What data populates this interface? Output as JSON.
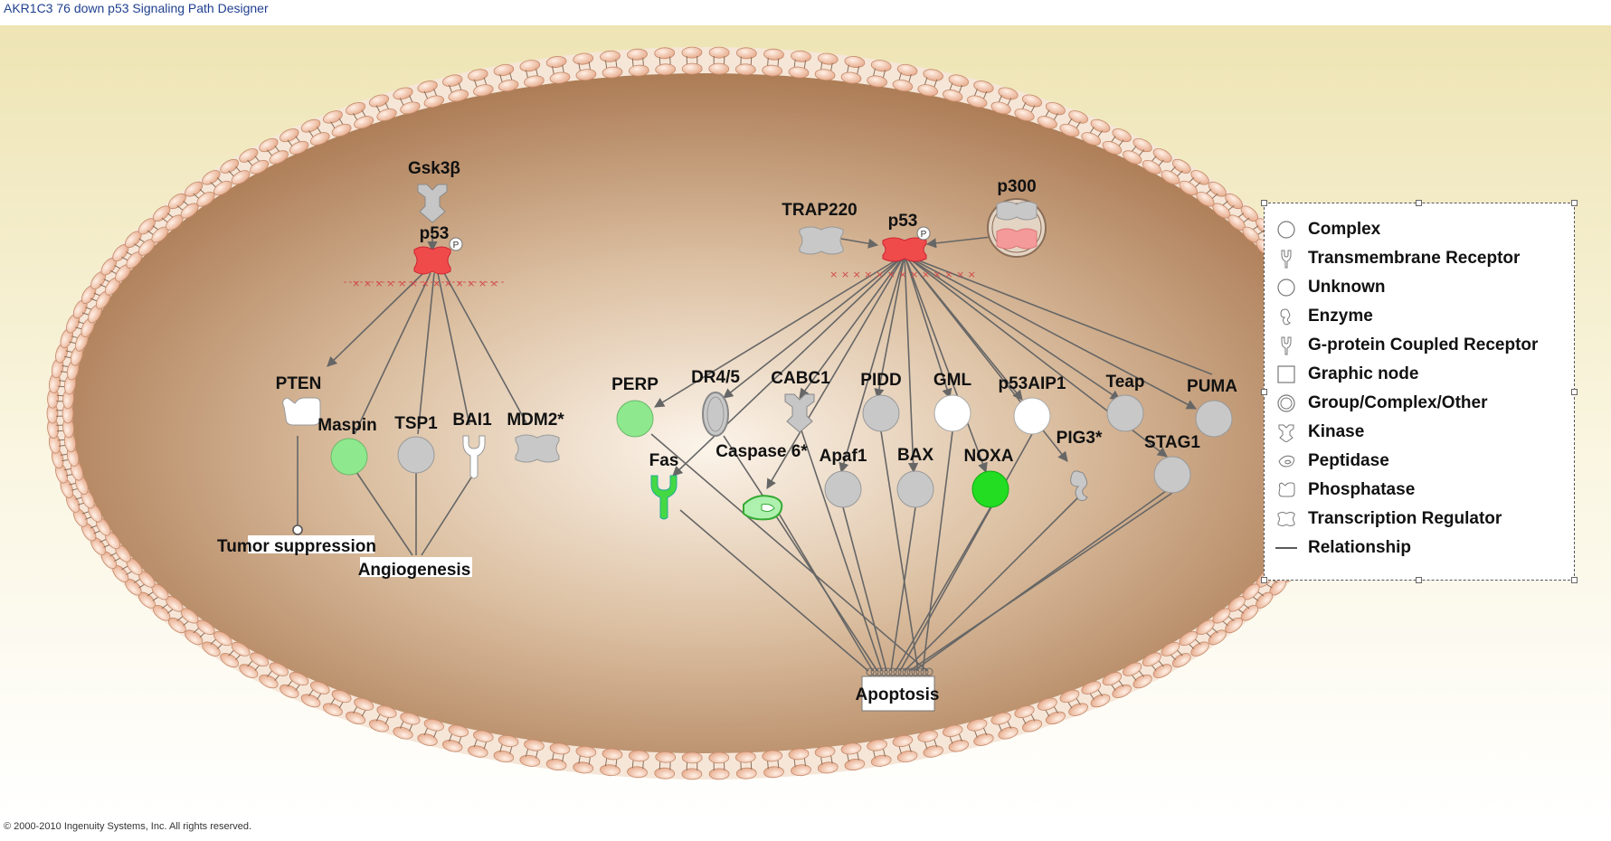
{
  "window": {
    "title": "AKR1C3 76 down p53 Signaling Path Designer"
  },
  "footer": {
    "copyright": "© 2000-2010 Ingenuity Systems, Inc. All rights reserved."
  },
  "colors": {
    "upregulated_red": "#f04b4b",
    "light_red": "#f59a9a",
    "downregulated_green": "#22dd22",
    "light_green": "#8ee88e",
    "neutral_gray": "#c8c8c8",
    "membrane": "#f2c8a8",
    "cell_interior": "#b07a52"
  },
  "nodes": {
    "gsk3b": "Gsk3β",
    "p53_left": "p53",
    "pten": "PTEN",
    "maspin": "Maspin",
    "tsp1": "TSP1",
    "bai1": "BAI1",
    "mdm2": "MDM2*",
    "trap220": "TRAP220",
    "p53_right": "p53",
    "p300": "p300",
    "perp": "PERP",
    "dr45": "DR4/5",
    "cabc1": "CABC1",
    "pidd": "PIDD",
    "gml": "GML",
    "p53aip1": "p53AIP1",
    "teap": "Teap",
    "puma": "PUMA",
    "fas": "Fas",
    "caspase6": "Caspase 6*",
    "apaf1": "Apaf1",
    "bax": "BAX",
    "noxa": "NOXA",
    "pig3": "PIG3*",
    "stag1": "STAG1",
    "phospho": "P"
  },
  "processes": {
    "tumor_suppression": "Tumor suppression",
    "angiogenesis": "Angiogenesis",
    "apoptosis": "Apoptosis"
  },
  "legend": {
    "items": [
      {
        "icon": "complex-icon",
        "label": "Complex"
      },
      {
        "icon": "transmembrane-receptor-icon",
        "label": "Transmembrane Receptor"
      },
      {
        "icon": "unknown-icon",
        "label": "Unknown"
      },
      {
        "icon": "enzyme-icon",
        "label": "Enzyme"
      },
      {
        "icon": "gpcr-icon",
        "label": "G-protein Coupled Receptor"
      },
      {
        "icon": "graphic-node-icon",
        "label": "Graphic node"
      },
      {
        "icon": "group-complex-icon",
        "label": "Group/Complex/Other"
      },
      {
        "icon": "kinase-icon",
        "label": "Kinase"
      },
      {
        "icon": "peptidase-icon",
        "label": "Peptidase"
      },
      {
        "icon": "phosphatase-icon",
        "label": "Phosphatase"
      },
      {
        "icon": "transcription-regulator-icon",
        "label": "Transcription Regulator"
      },
      {
        "icon": "relationship-icon",
        "label": "Relationship"
      }
    ]
  }
}
